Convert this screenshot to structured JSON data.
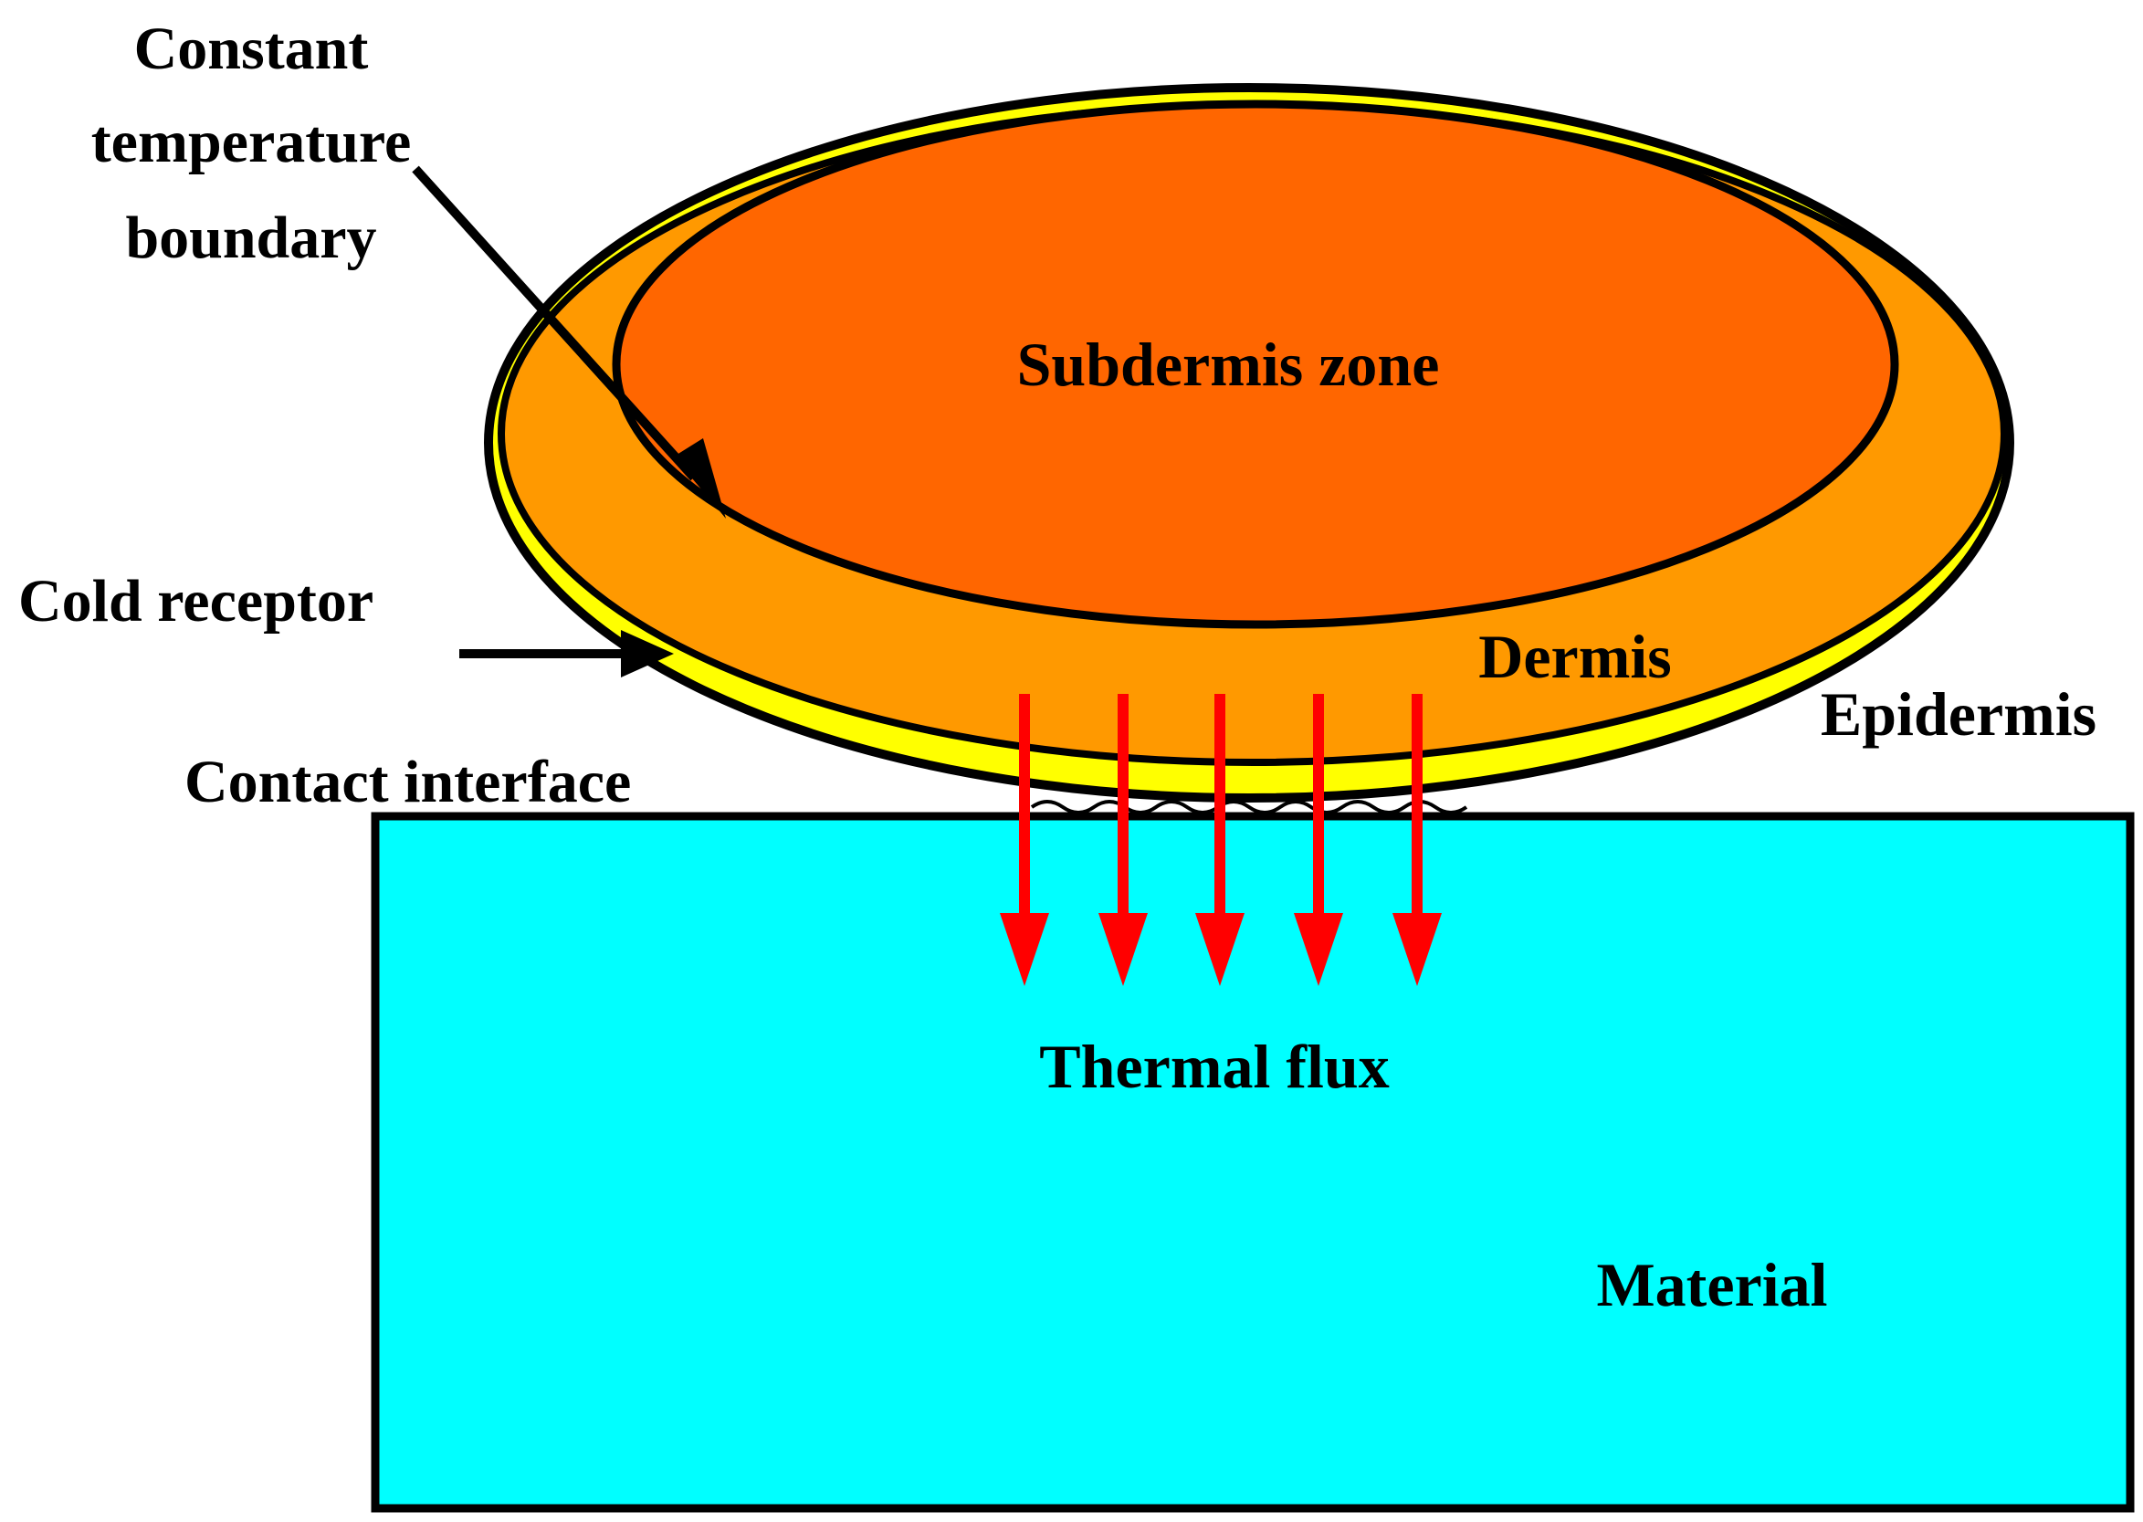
{
  "labels": {
    "constant_temperature_boundary": [
      "Constant",
      "temperature",
      "boundary"
    ],
    "cold_receptor": "Cold receptor",
    "contact_interface": "Contact interface",
    "subdermis_zone": "Subdermis zone",
    "dermis": "Dermis",
    "epidermis": "Epidermis",
    "thermal_flux": "Thermal flux",
    "material": "Material"
  },
  "colors": {
    "epidermis": "#ffff00",
    "dermis": "#ff9900",
    "subdermis": "#ff6600",
    "material": "#00ffff",
    "flux_arrows": "#ff0000",
    "outline": "#000000"
  },
  "flux_arrow_count": 5
}
